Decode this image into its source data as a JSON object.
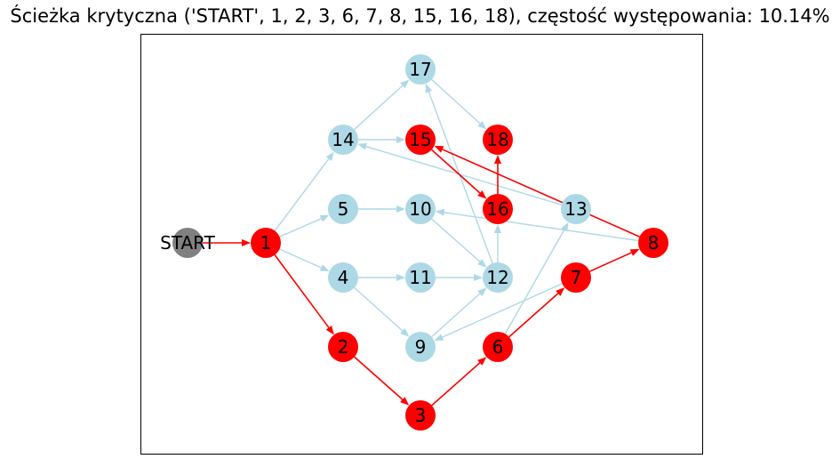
{
  "title": "Ścieżka krytyczna ('START', 1, 2, 3, 6, 7, 8, 15, 16, 18), częstość występowania: 10.14%",
  "colors": {
    "critical": "#ff0000",
    "normal": "#add8e6",
    "start": "#808080",
    "frame": "#000000"
  },
  "nodes": [
    {
      "id": "START",
      "label": "START",
      "kind": "start"
    },
    {
      "id": "1",
      "label": "1",
      "kind": "critical"
    },
    {
      "id": "2",
      "label": "2",
      "kind": "critical"
    },
    {
      "id": "3",
      "label": "3",
      "kind": "critical"
    },
    {
      "id": "4",
      "label": "4",
      "kind": "normal"
    },
    {
      "id": "5",
      "label": "5",
      "kind": "normal"
    },
    {
      "id": "6",
      "label": "6",
      "kind": "critical"
    },
    {
      "id": "7",
      "label": "7",
      "kind": "critical"
    },
    {
      "id": "8",
      "label": "8",
      "kind": "critical"
    },
    {
      "id": "9",
      "label": "9",
      "kind": "normal"
    },
    {
      "id": "10",
      "label": "10",
      "kind": "normal"
    },
    {
      "id": "11",
      "label": "11",
      "kind": "normal"
    },
    {
      "id": "12",
      "label": "12",
      "kind": "normal"
    },
    {
      "id": "13",
      "label": "13",
      "kind": "normal"
    },
    {
      "id": "14",
      "label": "14",
      "kind": "normal"
    },
    {
      "id": "15",
      "label": "15",
      "kind": "critical"
    },
    {
      "id": "16",
      "label": "16",
      "kind": "critical"
    },
    {
      "id": "17",
      "label": "17",
      "kind": "normal"
    },
    {
      "id": "18",
      "label": "18",
      "kind": "critical"
    }
  ],
  "edges": [
    {
      "from": "START",
      "to": "1",
      "critical": true
    },
    {
      "from": "1",
      "to": "2",
      "critical": true
    },
    {
      "from": "2",
      "to": "3",
      "critical": true
    },
    {
      "from": "3",
      "to": "6",
      "critical": true
    },
    {
      "from": "6",
      "to": "7",
      "critical": true
    },
    {
      "from": "7",
      "to": "8",
      "critical": true
    },
    {
      "from": "8",
      "to": "15",
      "critical": true
    },
    {
      "from": "15",
      "to": "16",
      "critical": true
    },
    {
      "from": "16",
      "to": "18",
      "critical": true
    },
    {
      "from": "1",
      "to": "14",
      "critical": false
    },
    {
      "from": "1",
      "to": "5",
      "critical": false
    },
    {
      "from": "1",
      "to": "4",
      "critical": false
    },
    {
      "from": "14",
      "to": "17",
      "critical": false
    },
    {
      "from": "14",
      "to": "15",
      "critical": false
    },
    {
      "from": "5",
      "to": "10",
      "critical": false
    },
    {
      "from": "4",
      "to": "11",
      "critical": false
    },
    {
      "from": "4",
      "to": "9",
      "critical": false
    },
    {
      "from": "17",
      "to": "18",
      "critical": false
    },
    {
      "from": "10",
      "to": "12",
      "critical": false
    },
    {
      "from": "11",
      "to": "12",
      "critical": false
    },
    {
      "from": "9",
      "to": "12",
      "critical": false
    },
    {
      "from": "12",
      "to": "17",
      "critical": false
    },
    {
      "from": "12",
      "to": "16",
      "critical": false
    },
    {
      "from": "13",
      "to": "14",
      "critical": false
    },
    {
      "from": "8",
      "to": "10",
      "critical": false
    },
    {
      "from": "6",
      "to": "13",
      "critical": false
    },
    {
      "from": "7",
      "to": "9",
      "critical": false
    },
    {
      "from": "7",
      "to": "8",
      "critical": false
    }
  ]
}
